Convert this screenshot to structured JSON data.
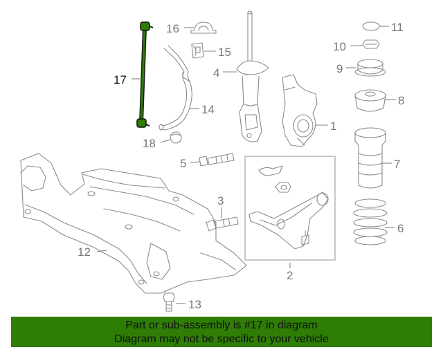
{
  "highlight_color": "#2e7d05",
  "callouts": {
    "c1": "1",
    "c2": "2",
    "c3": "3",
    "c4": "4",
    "c5": "5",
    "c6": "6",
    "c7": "7",
    "c8": "8",
    "c9": "9",
    "c10": "10",
    "c11": "11",
    "c12": "12",
    "c13": "13",
    "c14": "14",
    "c15": "15",
    "c16": "16",
    "c17": "17",
    "c18": "18"
  },
  "banner": {
    "line1": "Part or sub-assembly is #17 in diagram",
    "line2": "Diagram may not be specific to your vehicle"
  }
}
